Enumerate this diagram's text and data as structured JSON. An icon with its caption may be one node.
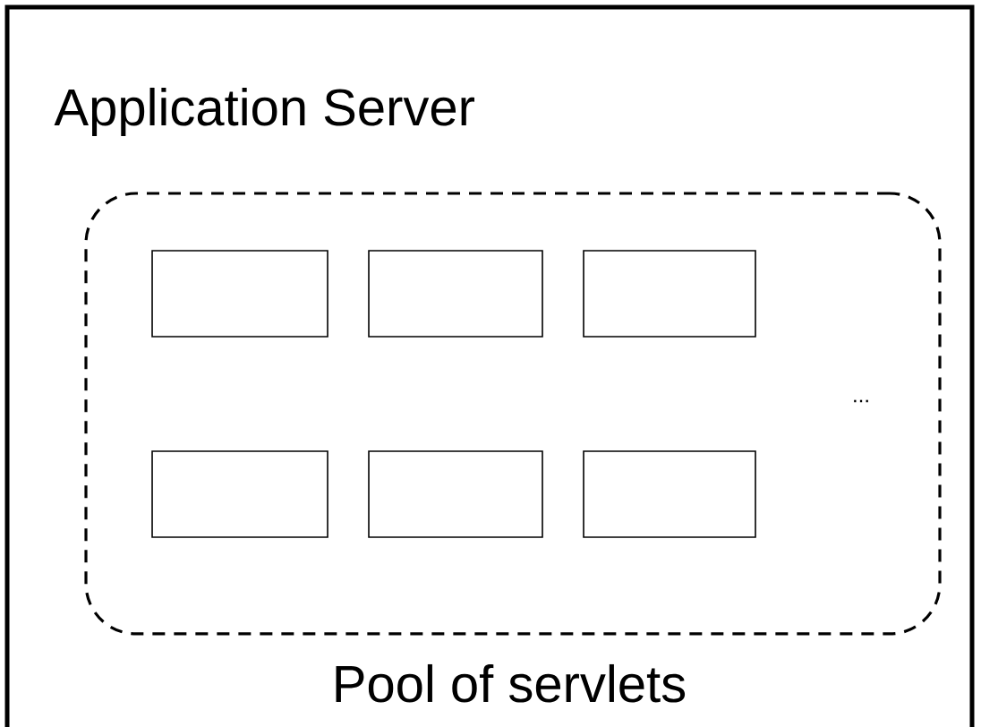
{
  "diagram": {
    "nodes": [
      {
        "text": [
          "Application Server"
        ]
      },
      {
        "text": [
          "Pool of servlets"
        ],
        "in": 0
      },
      {
        "text": [],
        "shape": "box",
        "in": 1
      },
      {
        "text": [],
        "shape": "box",
        "in": 1
      },
      {
        "text": [],
        "shape": "box",
        "in": 1
      },
      {
        "text": [],
        "shape": "box",
        "in": 1
      },
      {
        "text": [],
        "shape": "box",
        "in": 1
      },
      {
        "text": [],
        "shape": "box",
        "in": 1
      }
    ],
    "labels": [
      "..."
    ]
  }
}
